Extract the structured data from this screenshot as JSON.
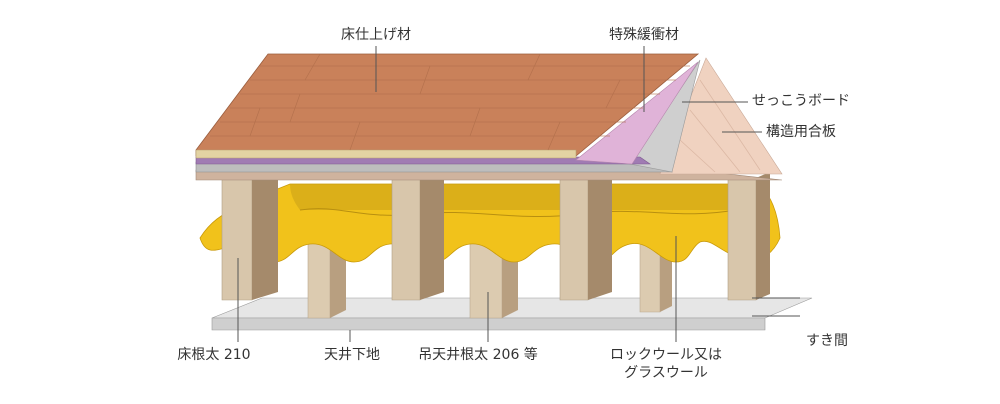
{
  "labels": {
    "floor_finish": "床仕上げ材",
    "cushion": "特殊緩衝材",
    "gypsum_board": "せっこうボード",
    "structural_plywood": "構造用合板",
    "floor_joist": "床根太 210",
    "ceiling_base": "天井下地",
    "ceiling_joist": "吊天井根太 206 等",
    "insulation_line1": "ロックウール又は",
    "insulation_line2": "グラスウール",
    "gap": "すき間"
  },
  "colors": {
    "floor_finish": "#c9815a",
    "cushion": "#d9a9d4",
    "gypsum_board": "#c8c8c8",
    "plywood": "#f0d2c0",
    "joist": "#d8c6ab",
    "insulation": "#f1c21b",
    "ceiling_board": "#d8d8d8",
    "leader_line": "#555555"
  }
}
